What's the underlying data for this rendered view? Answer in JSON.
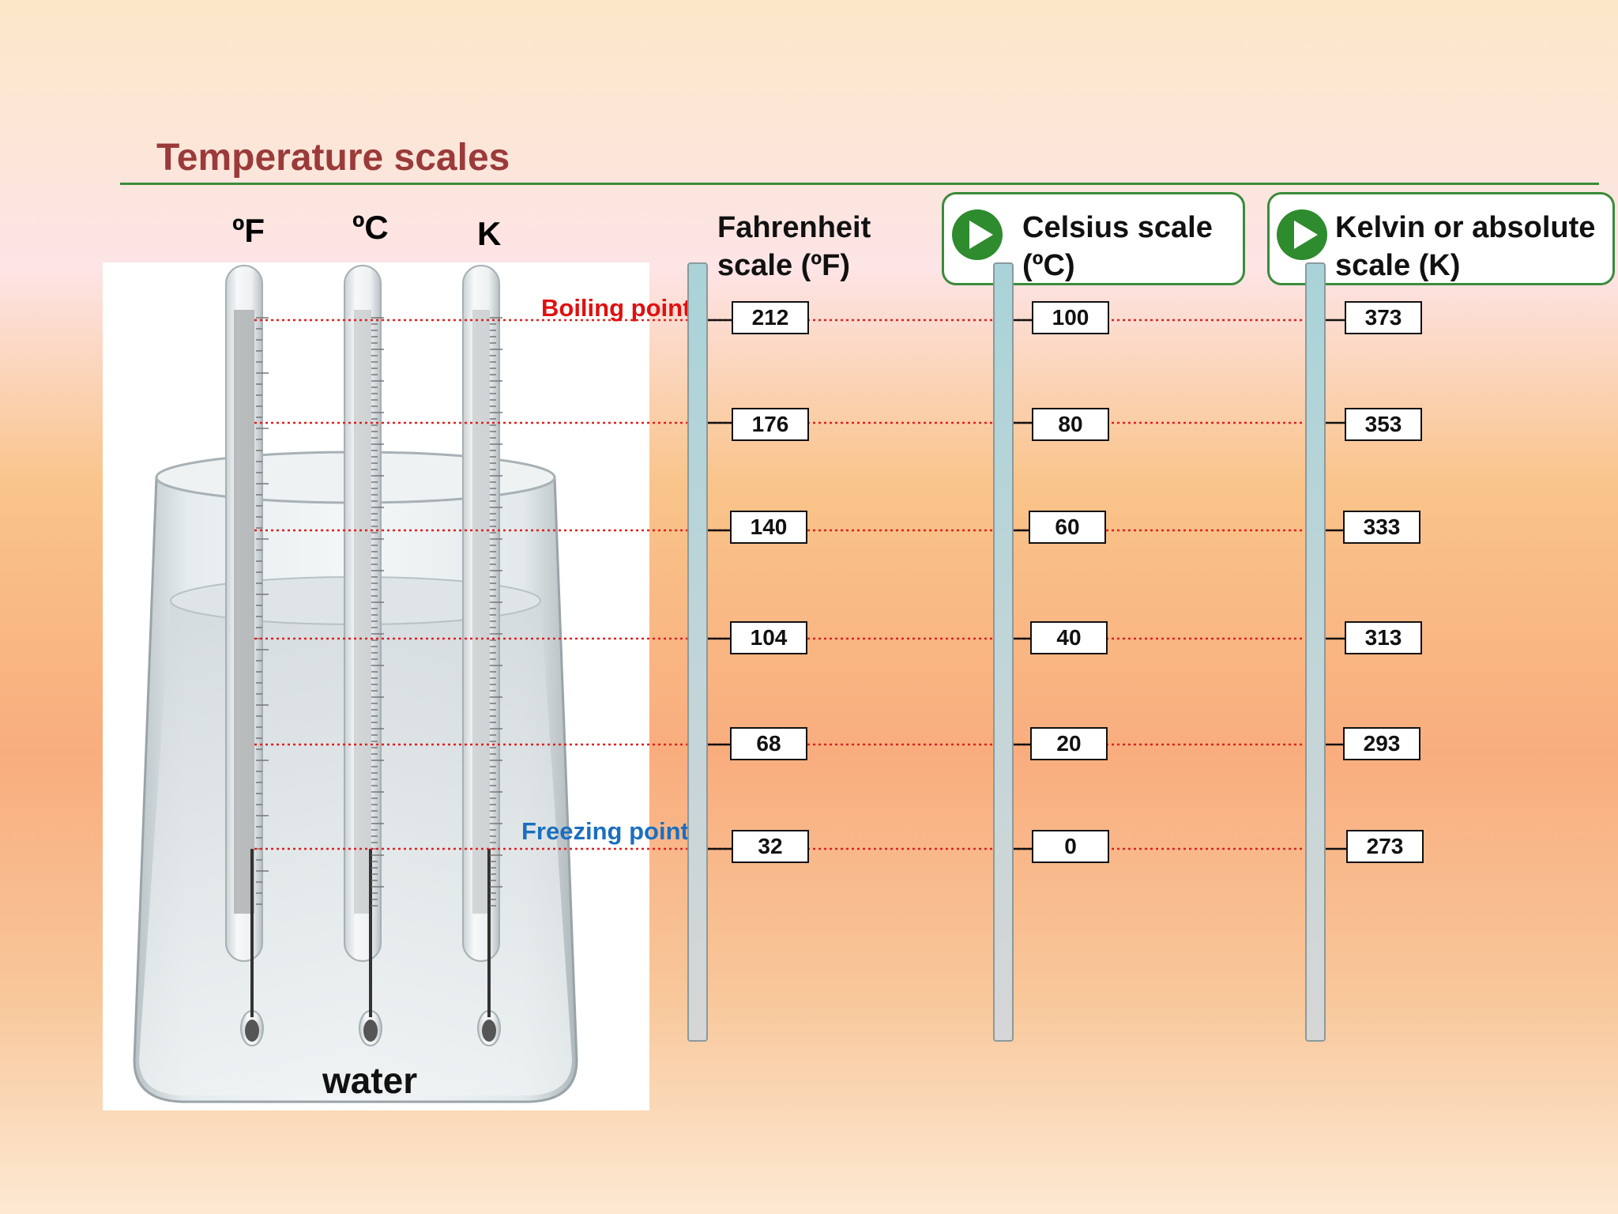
{
  "title": "Temperature scales",
  "thermometer_units": [
    "ºF",
    "ºC",
    "K"
  ],
  "water_label": "water",
  "boiling_label": "Boiling point",
  "freezing_label": "Freezing point",
  "scales": [
    {
      "header_line1": "Fahrenheit",
      "header_line2": "scale (ºF)",
      "values": [
        "212",
        "176",
        "140",
        "104",
        "68",
        "32"
      ]
    },
    {
      "header_line1": "Celsius scale",
      "header_line2": "(ºC)",
      "values": [
        "100",
        "80",
        "60",
        "40",
        "20",
        "0"
      ]
    },
    {
      "header_line1": "Kelvin or absolute",
      "header_line2": "scale (K)",
      "values": [
        "373",
        "353",
        "333",
        "313",
        "293",
        "273"
      ]
    }
  ],
  "colors": {
    "title": "#9b3a3a",
    "accent_green": "#2e8b2e",
    "boiling": "#e01010",
    "freezing": "#1a6fc0",
    "dotted_line": "#e02020"
  },
  "icons": [
    "play-icon",
    "play-icon"
  ]
}
